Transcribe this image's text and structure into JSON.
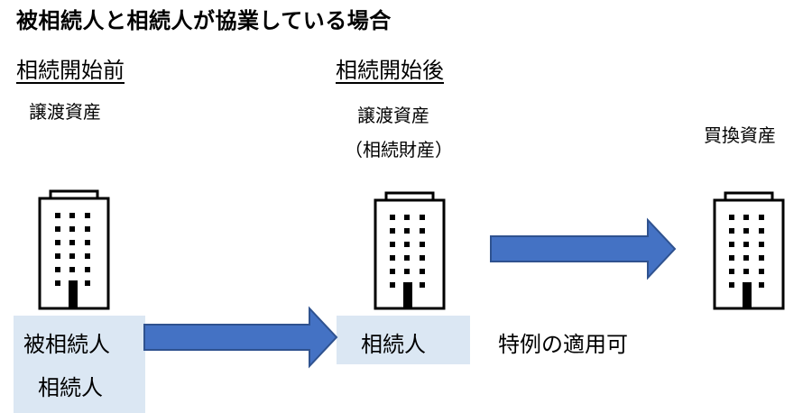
{
  "title": "被相続人と相続人が協業している場合",
  "stages": [
    {
      "heading": "相続開始前",
      "labels": [
        "譲渡資産"
      ]
    },
    {
      "heading": "相続開始後",
      "labels": [
        "譲渡資産",
        "（相続財産）"
      ]
    },
    {
      "heading": "",
      "labels": [
        "買換資産"
      ]
    }
  ],
  "boxes": {
    "before": [
      "被相続人",
      "相続人"
    ],
    "after": [
      "相続人"
    ]
  },
  "note": "特例の適用可",
  "colors": {
    "arrow_fill": "#4472c4",
    "arrow_stroke": "#2f528f",
    "box_fill": "#dbe7f3"
  },
  "icons": [
    "building-icon",
    "building-icon",
    "building-icon",
    "right-arrow-icon",
    "right-arrow-icon"
  ]
}
